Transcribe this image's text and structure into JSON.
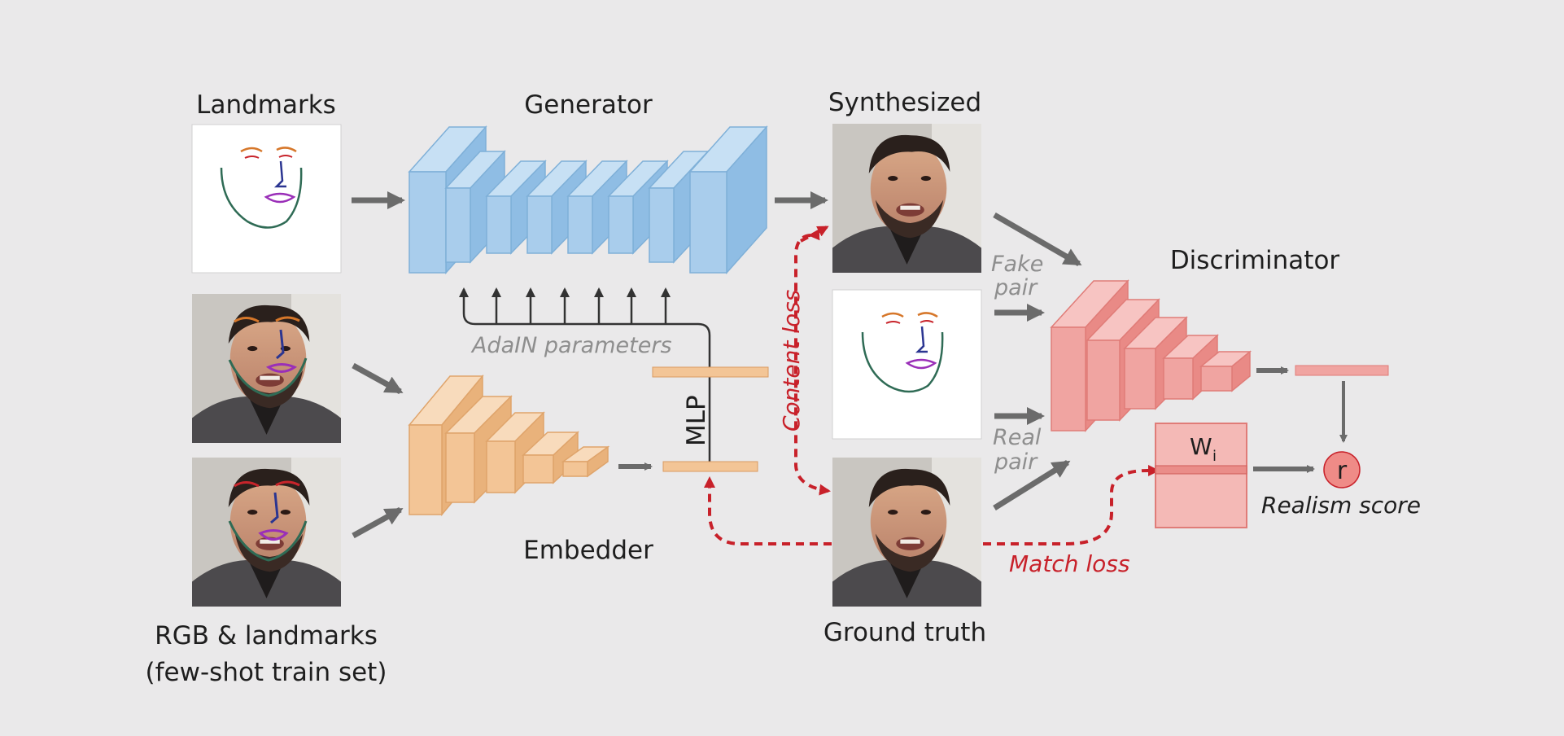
{
  "labels": {
    "landmarks": "Landmarks",
    "generator": "Generator",
    "synthesized": "Synthesized",
    "discriminator": "Discriminator",
    "fake_pair_1": "Fake",
    "fake_pair_2": "pair",
    "real_pair_1": "Real",
    "real_pair_2": "pair",
    "adain": "AdaIN parameters",
    "mlp": "MLP",
    "content_loss": "Content loss",
    "embedder": "Embedder",
    "ground_truth": "Ground truth",
    "match_loss": "Match loss",
    "w_main": "W",
    "w_sub": "i",
    "r": "r",
    "realism": "Realism score",
    "rgb_1": "RGB & landmarks",
    "rgb_2": "(few-shot train set)"
  },
  "colors": {
    "generator": "#a9cdec",
    "embedder": "#f3c596",
    "discriminator": "#f0a4a1",
    "loss_arrow": "#c8212a",
    "arrow": "#707070"
  },
  "icons": [
    "landmark-sketch-icon",
    "face-photo-icon",
    "arrow-icon"
  ]
}
